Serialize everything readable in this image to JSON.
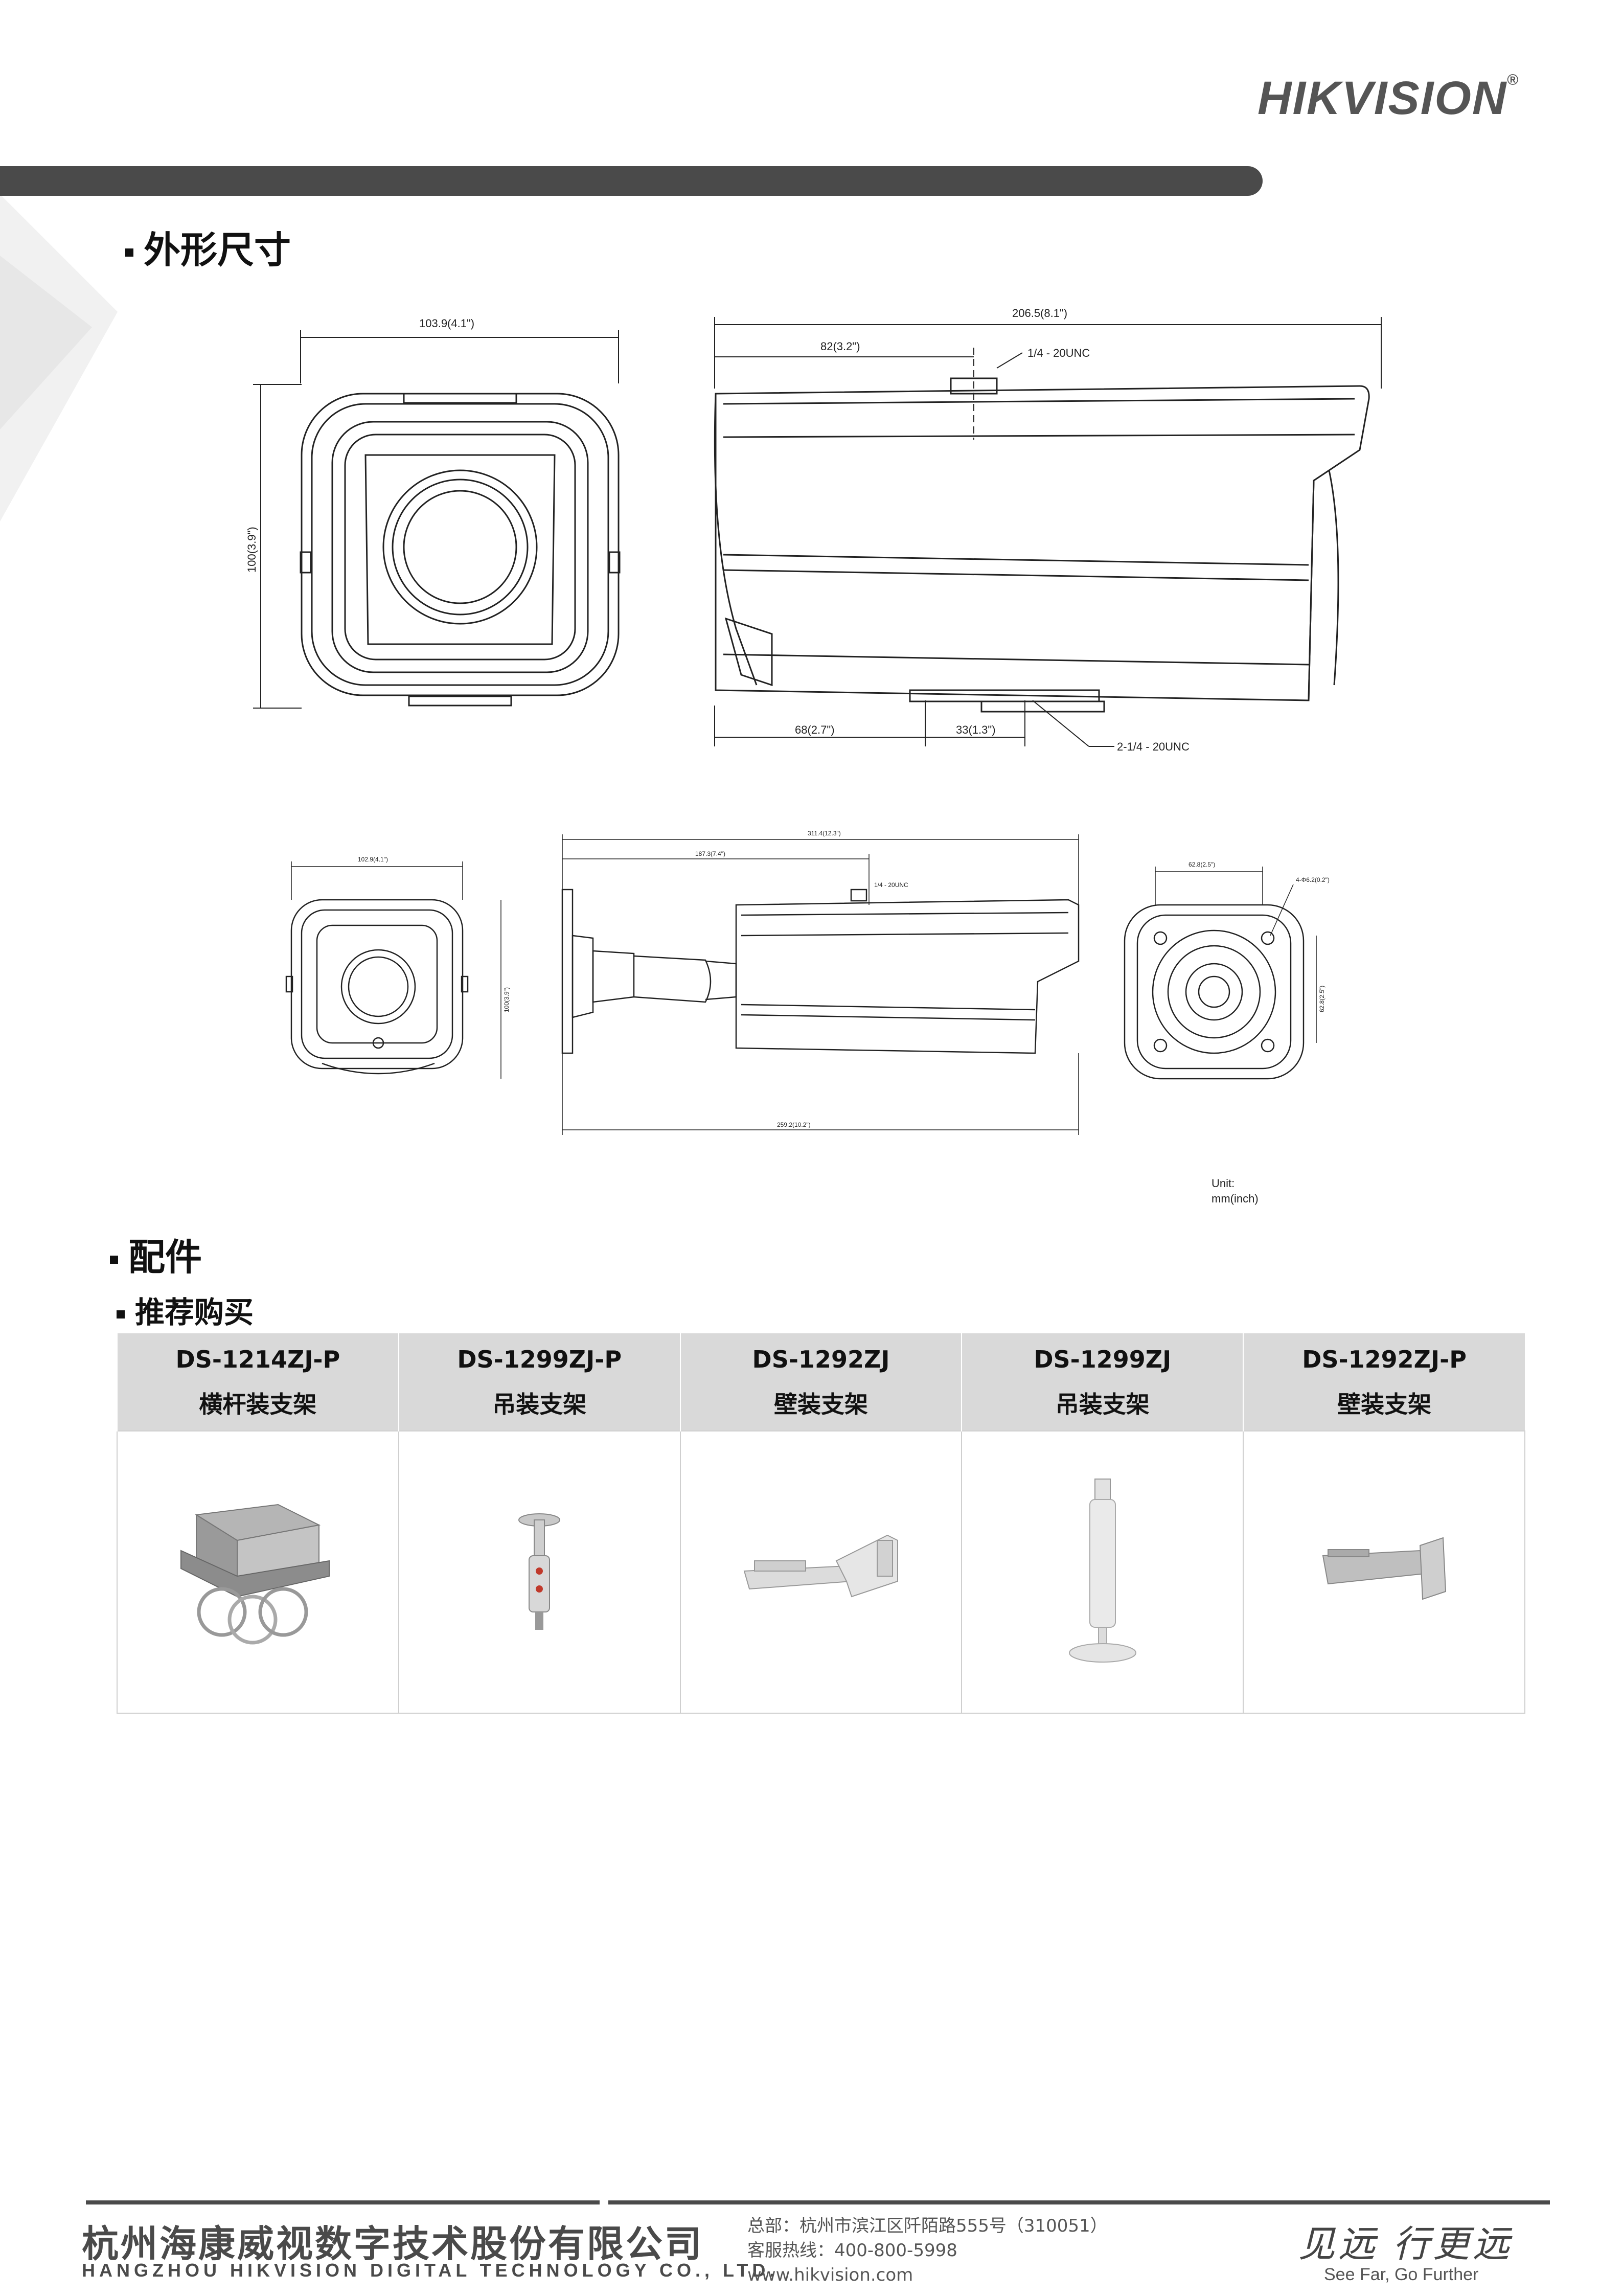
{
  "brand": {
    "logo": "HIKVISION",
    "reg": "®"
  },
  "section_dimensions": {
    "title": "外形尺寸"
  },
  "drawing_labels": {
    "front_width": "103.9(4.1\")",
    "front_height": "100(3.9\")",
    "side_total": "206.5(8.1\")",
    "side_top": "82(3.2\")",
    "side_thread_top": "1/4 - 20UNC",
    "side_bottom_left": "68(2.7\")",
    "side_bottom_right": "33(1.3\")",
    "side_thread_bottom": "2-1/4 - 20UNC",
    "bracket_front_width": "102.9(4.1\")",
    "bracket_front_height": "100(3.9\")",
    "bracket_side_total": "311.4(12.3\")",
    "bracket_side_top": "187.3(7.4\")",
    "bracket_side_thread": "1/4 - 20UNC",
    "bracket_side_bottom": "259.2(10.2\")",
    "bracket_base_width": "62.8(2.5\")",
    "bracket_base_holes": "4-Φ6.2(0.2\")",
    "bracket_base_height": "62.8(2.5\")"
  },
  "unit": {
    "line1": "Unit:",
    "line2": "mm(inch)"
  },
  "section_accessories": {
    "title": "配件",
    "subtitle": "推荐购买"
  },
  "accessories": [
    {
      "model": "DS-1214ZJ-P",
      "name": "横杆装支架",
      "icon": "pole-mount-bracket-icon"
    },
    {
      "model": "DS-1299ZJ-P",
      "name": "吊装支架",
      "icon": "pendant-mount-bracket-icon"
    },
    {
      "model": "DS-1292ZJ",
      "name": "壁装支架",
      "icon": "wall-mount-bracket-icon"
    },
    {
      "model": "DS-1299ZJ",
      "name": "吊装支架",
      "icon": "ceiling-pendant-bracket-icon"
    },
    {
      "model": "DS-1292ZJ-P",
      "name": "壁装支架",
      "icon": "wall-mount-bracket-icon"
    }
  ],
  "footer": {
    "company_cn": "杭州海康威视数字技术股份有限公司",
    "company_en": "HANGZHOU HIKVISION DIGITAL TECHNOLOGY CO., LTD.",
    "address": "总部：杭州市滨江区阡陌路555号（310051）",
    "hotline": "客服热线：400-800-5998",
    "website": "www.hikvision.com",
    "slogan_cn": "见远 行更远",
    "slogan_en": "See Far, Go Further"
  },
  "colors": {
    "bar": "#4a4a4a",
    "table_header": "#d9d9d9",
    "line": "#222222"
  }
}
